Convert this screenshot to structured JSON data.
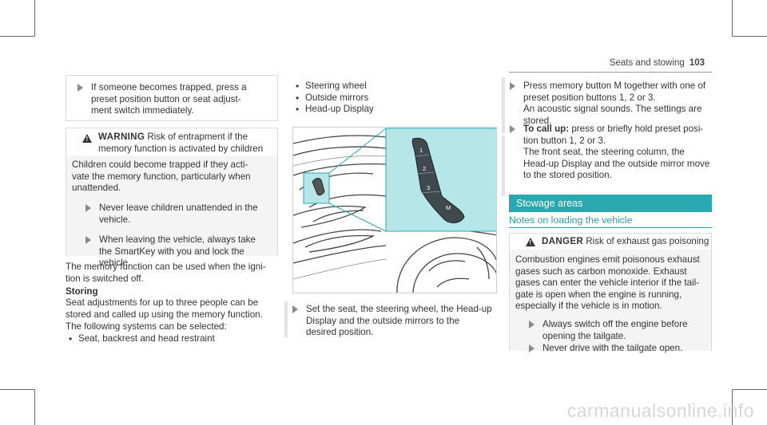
{
  "header": {
    "section": "Seats and stowing",
    "page": "103"
  },
  "col1": {
    "step_trapped": [
      "If someone becomes trapped, press a",
      "preset position button or seat adjust-",
      "ment switch immediately."
    ],
    "warning": {
      "label": "WARNING",
      "title_rest": [
        "Risk of entrapment if the",
        "memory function is activated by children"
      ],
      "body": [
        "Children could become trapped if they acti-",
        "vate the memory function, particularly when",
        "unattended."
      ],
      "steps": [
        [
          "Never leave children unattended in the",
          "vehicle."
        ],
        [
          "When leaving the vehicle, always take",
          "the SmartKey with you and lock the",
          "vehicle."
        ]
      ]
    },
    "memory_text": [
      "The memory function can be used when the igni-",
      "tion is switched off."
    ],
    "storing_title": "Storing",
    "storing_text": [
      "Seat adjustments for up to three people can be",
      "stored and called up using the memory function."
    ],
    "following": "The following systems can be selected:",
    "list1": "Seat, backrest and head restraint"
  },
  "col2": {
    "list": [
      "Steering wheel",
      "Outside mirrors",
      "Head-up Display"
    ],
    "figure_buttons": [
      "1",
      "2",
      "3",
      "M"
    ],
    "step": [
      "Set the seat, the steering wheel, the Head-up",
      "Display and the outside mirrors to the",
      "desired position."
    ]
  },
  "col3": {
    "step1": [
      "Press memory button M together with one of",
      "preset position buttons 1, 2 or 3.",
      "An acoustic signal sounds. The settings are",
      "stored."
    ],
    "step2_bold": "To call up:",
    "step2": [
      " press or briefly hold preset posi-",
      "tion button 1, 2 or 3.",
      "The front seat, the steering column, the",
      "Head-up Display and the outside mirror move",
      "to the stored position."
    ],
    "stowage_title": "Stowage areas",
    "notes_title": "Notes on loading the vehicle",
    "danger": {
      "label": "DANGER",
      "title_rest": "Risk of exhaust gas poisoning",
      "body": [
        "Combustion engines emit poisonous exhaust",
        "gases such as carbon monoxide. Exhaust",
        "gases can enter the vehicle interior if the tail-",
        "gate is open when the engine is running,",
        "especially if the vehicle is in motion."
      ],
      "steps": [
        [
          "Always switch off the engine before",
          "opening the tailgate."
        ],
        [
          "Never drive with the tailgate open."
        ]
      ]
    }
  },
  "watermark": "carmanualsonline.info",
  "colors": {
    "accent": "#2aa8b0",
    "figure_highlight": "#b7e6e8"
  }
}
